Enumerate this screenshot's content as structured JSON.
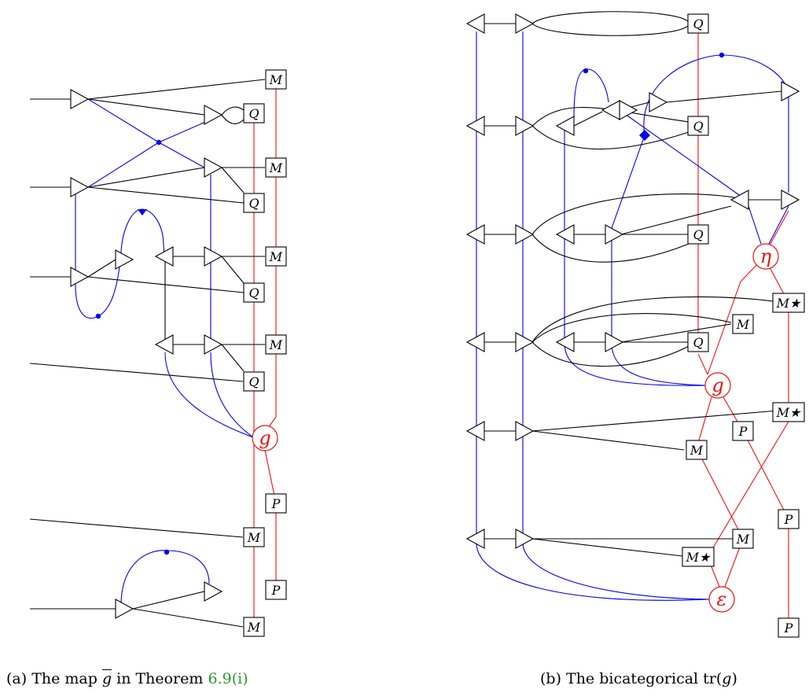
{
  "panel_a": {
    "caption_prefix": "(a) The map ",
    "caption_symbol": "g",
    "caption_middle": " in Theorem ",
    "caption_ref": "6.9(i)",
    "labels": {
      "M": "M",
      "Q": "Q",
      "P": "P",
      "g": "g"
    }
  },
  "panel_b": {
    "caption_prefix": "(b) The bicategorical tr(",
    "caption_symbol": "g",
    "caption_suffix": ")",
    "labels": {
      "M": "M",
      "Mstar": "M★",
      "Q": "Q",
      "P": "P",
      "g": "g",
      "eta": "η",
      "epsilon": "ε"
    }
  },
  "colors": {
    "string": "#000000",
    "blue_string": "#0000ee",
    "red_string": "#ee1111",
    "reference": "#2a9a2a"
  }
}
